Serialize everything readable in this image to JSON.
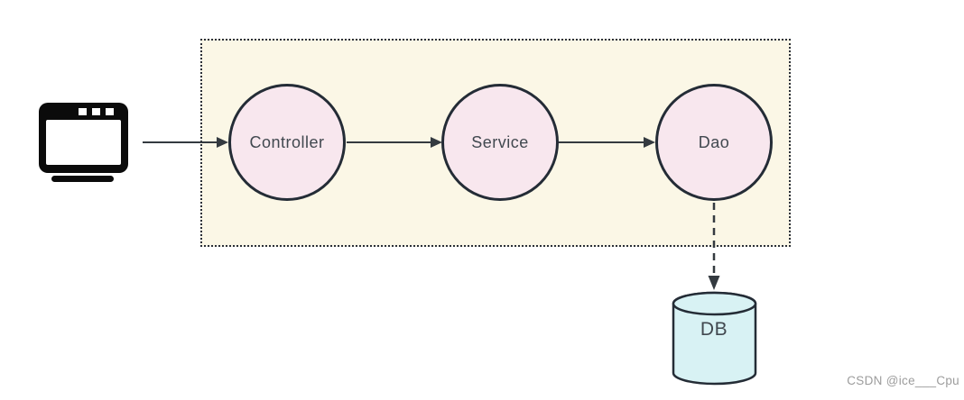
{
  "diagram": {
    "type": "flow-architecture",
    "boundary": {
      "description": "dotted container grouping the application layers",
      "fill": "#FBF7E6",
      "border_color": "#2A2F38",
      "border_style": "dotted"
    },
    "nodes": [
      {
        "id": "controller",
        "label": "Controller",
        "shape": "circle",
        "fill": "#F8E7EE",
        "stroke": "#242C36"
      },
      {
        "id": "service",
        "label": "Service",
        "shape": "circle",
        "fill": "#F8E7EE",
        "stroke": "#242C36"
      },
      {
        "id": "dao",
        "label": "Dao",
        "shape": "circle",
        "fill": "#F8E7EE",
        "stroke": "#242C36"
      },
      {
        "id": "db",
        "label": "DB",
        "shape": "cylinder",
        "fill": "#D8F2F4",
        "stroke": "#242C36"
      }
    ],
    "client": {
      "icon": "browser-window-icon",
      "color": "#0B0B0B"
    },
    "edges": [
      {
        "from": "client",
        "to": "controller",
        "style": "solid-arrow"
      },
      {
        "from": "controller",
        "to": "service",
        "style": "solid-arrow"
      },
      {
        "from": "service",
        "to": "dao",
        "style": "solid-arrow"
      },
      {
        "from": "dao",
        "to": "db",
        "style": "dashed-arrow"
      }
    ],
    "edge_color": "#343A40",
    "text_color": "#41484F"
  },
  "watermark": {
    "text": "CSDN @ice___Cpu",
    "color": "#9C9C9C"
  }
}
